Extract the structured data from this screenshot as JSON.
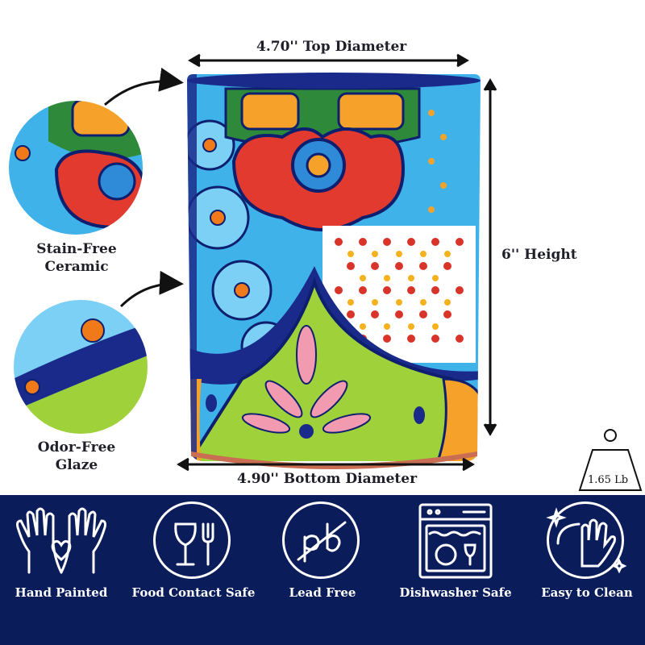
{
  "product": {
    "top_diameter_label": "4.70'' Top Diameter",
    "height_label": "6'' Height",
    "bottom_diameter_label": "4.90'' Bottom Diameter",
    "weight_label": "1.65 Lb"
  },
  "callouts": [
    {
      "line1": "Stain-Free",
      "line2": "Ceramic"
    },
    {
      "line1": "Odor-Free",
      "line2": "Glaze"
    }
  ],
  "features": [
    {
      "label": "Hand Painted",
      "icon": "hands-heart-icon"
    },
    {
      "label": "Food Contact Safe",
      "icon": "glass-fork-icon"
    },
    {
      "label": "Lead Free",
      "icon": "no-lead-icon"
    },
    {
      "label": "Dishwasher Safe",
      "icon": "dishwasher-icon"
    },
    {
      "label": "Easy to Clean",
      "icon": "cleaning-hand-icon"
    }
  ],
  "colors": {
    "banner": "#0a1d5a",
    "cobalt": "#1a2a8a",
    "sky": "#3fb2ea",
    "red": "#e23a2e",
    "lime": "#9fd13a",
    "orange": "#f6a22a",
    "pink": "#f29ab0"
  }
}
